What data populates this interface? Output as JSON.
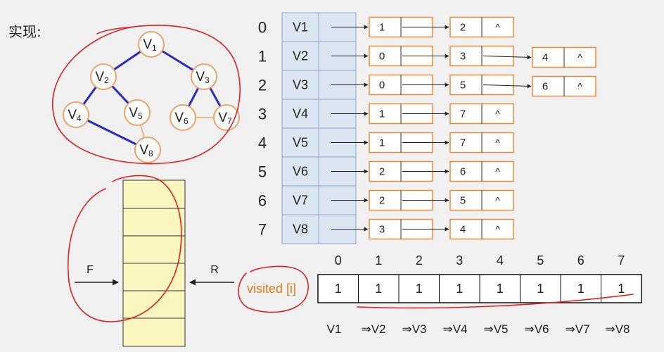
{
  "title": "实现:",
  "graph": {
    "nodes": [
      {
        "name": "V",
        "sub": "1"
      },
      {
        "name": "V",
        "sub": "2"
      },
      {
        "name": "V",
        "sub": "3"
      },
      {
        "name": "V",
        "sub": "4"
      },
      {
        "name": "V",
        "sub": "5"
      },
      {
        "name": "V",
        "sub": "6"
      },
      {
        "name": "V",
        "sub": "7"
      },
      {
        "name": "V",
        "sub": "8"
      }
    ],
    "edges": [
      [
        0,
        1
      ],
      [
        0,
        2
      ],
      [
        1,
        3
      ],
      [
        1,
        4
      ],
      [
        2,
        5
      ],
      [
        2,
        6
      ],
      [
        3,
        7
      ],
      [
        4,
        7
      ],
      [
        5,
        6
      ]
    ],
    "highlighted_edges": [
      [
        0,
        1
      ],
      [
        0,
        2
      ],
      [
        1,
        3
      ],
      [
        1,
        4
      ],
      [
        2,
        5
      ],
      [
        2,
        6
      ],
      [
        3,
        7
      ]
    ]
  },
  "adjacency": {
    "indices": [
      "0",
      "1",
      "2",
      "3",
      "4",
      "5",
      "6",
      "7"
    ],
    "vertices": [
      "V1",
      "V2",
      "V3",
      "V4",
      "V5",
      "V6",
      "V7",
      "V8"
    ],
    "lists": [
      [
        "1",
        "2"
      ],
      [
        "0",
        "3",
        "4"
      ],
      [
        "0",
        "5",
        "6"
      ],
      [
        "1",
        "7"
      ],
      [
        "1",
        "7"
      ],
      [
        "2",
        "6"
      ],
      [
        "2",
        "5"
      ],
      [
        "3",
        "4"
      ]
    ],
    "null_marker": "^"
  },
  "queue": {
    "front_label": "F",
    "rear_label": "R"
  },
  "visited": {
    "label": "visited [i]",
    "indices": [
      "0",
      "1",
      "2",
      "3",
      "4",
      "5",
      "6",
      "7"
    ],
    "values": [
      "1",
      "1",
      "1",
      "1",
      "1",
      "1",
      "1",
      "1"
    ]
  },
  "sequence": [
    "V1",
    "⇒V2",
    "⇒V3",
    "⇒V4",
    "⇒V5",
    "⇒V6",
    "⇒V7",
    "⇒V8"
  ],
  "colors": {
    "edge": "#2a2ac8",
    "edge_plain": "#e9a46a",
    "node_stroke": "#e9a46a",
    "node_box": "#e88a3a",
    "vertex_table": "#dce6f2",
    "queue_fill": "#fbf5bf",
    "annotation": "#e02020"
  }
}
